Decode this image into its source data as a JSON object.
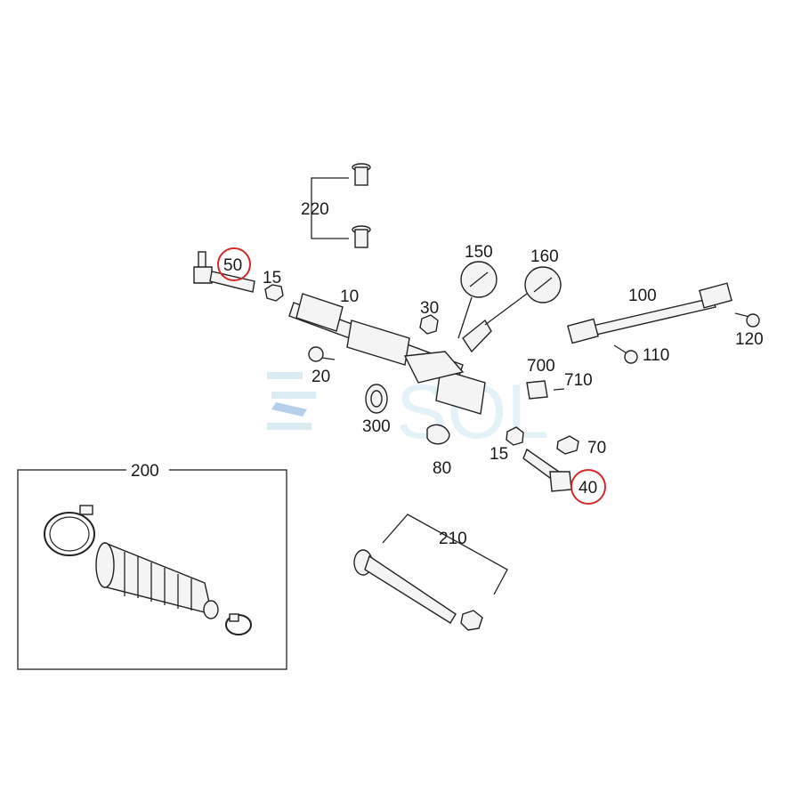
{
  "labels": {
    "l220": "220",
    "l50": "50",
    "l15a": "15",
    "l10": "10",
    "l150": "150",
    "l160": "160",
    "l30": "30",
    "l100": "100",
    "l120": "120",
    "l110": "110",
    "l20": "20",
    "l700": "700",
    "l710": "710",
    "l300": "300",
    "l80": "80",
    "l15b": "15",
    "l70": "70",
    "l40": "40",
    "l200": "200",
    "l210": "210"
  },
  "highlighted": [
    "50",
    "40"
  ],
  "watermark": {
    "text": "SOL"
  },
  "colors": {
    "highlight": "#d42a2a",
    "line": "#222222",
    "watermark": "#cfe6ef"
  }
}
